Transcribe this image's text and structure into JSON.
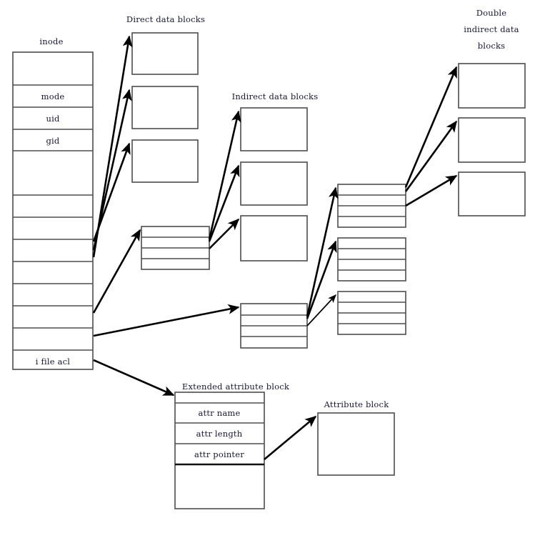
{
  "diagram": {
    "title": "inode structure with direct, indirect, double indirect data blocks and extended attributes",
    "captions": {
      "inode": "inode",
      "direct_data_blocks": "Direct data blocks",
      "indirect_data_blocks": "Indirect data blocks",
      "double_indirect_line1": "Double",
      "double_indirect_line2": "indirect data",
      "double_indirect_line3": "blocks",
      "extended_attribute_block": "Extended attribute block",
      "attribute_block": "Attribute block"
    },
    "inode_table": {
      "rows": [
        {
          "label": ""
        },
        {
          "label": "mode"
        },
        {
          "label": "uid"
        },
        {
          "label": "gid"
        },
        {
          "label": ""
        },
        {
          "label": ""
        },
        {
          "label": ""
        },
        {
          "label": ""
        },
        {
          "label": ""
        },
        {
          "label": ""
        },
        {
          "label": ""
        },
        {
          "label": ""
        },
        {
          "label": "i  file  acl"
        }
      ]
    },
    "extended_attribute_table": {
      "rows": [
        {
          "label": ""
        },
        {
          "label": "attr name"
        },
        {
          "label": "attr length"
        },
        {
          "label": "attr pointer"
        },
        {
          "label": ""
        }
      ]
    },
    "direct_blocks": [
      {
        "name": "direct-block-1"
      },
      {
        "name": "direct-block-2"
      },
      {
        "name": "direct-block-3"
      }
    ],
    "indirect_blocks": [
      {
        "name": "indirect-block-1"
      },
      {
        "name": "indirect-block-2"
      },
      {
        "name": "indirect-block-3"
      }
    ],
    "double_indirect_blocks": [
      {
        "name": "double-indirect-block-1"
      },
      {
        "name": "double-indirect-block-2"
      },
      {
        "name": "double-indirect-block-3"
      }
    ],
    "pointer_tables": [
      {
        "name": "indirect-pointer-table-1",
        "row_count": 4
      },
      {
        "name": "indirect-pointer-table-2",
        "row_count": 4
      },
      {
        "name": "double-indirect-pointer-table-1",
        "row_count": 4
      },
      {
        "name": "double-indirect-pointer-table-2",
        "row_count": 4
      },
      {
        "name": "double-indirect-pointer-table-3",
        "row_count": 4
      }
    ],
    "attribute_block": {
      "name": "attribute-block"
    },
    "colors": {
      "background": "#ffffff",
      "box_stroke": "#4d4d4d",
      "arrow_stroke": "#000000",
      "text": "#16163a"
    }
  }
}
